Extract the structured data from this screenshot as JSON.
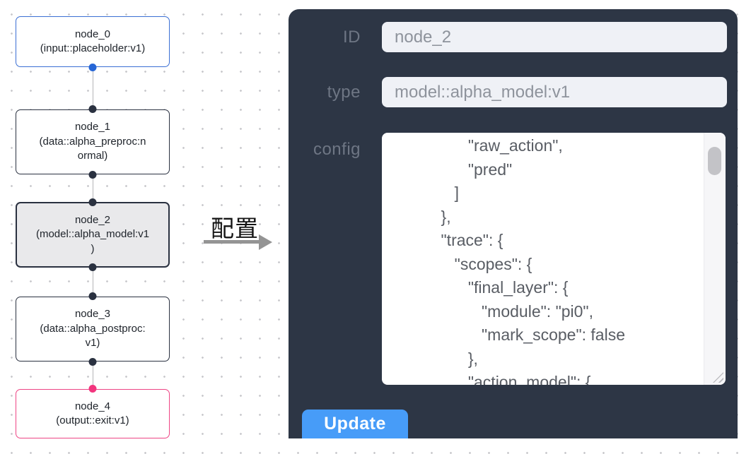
{
  "colors": {
    "panel_bg": "#2d3645",
    "node_border": "#2a3140",
    "node_text": "#20252c",
    "node_selected_bg": "#e9e9eb",
    "accent_blue": "#3b6fd4",
    "handle_blue": "#2666d6",
    "pink": "#ee4585",
    "handle_pink": "#f2357e",
    "button_blue": "#479cf8",
    "edge_gray": "#b5b5b8",
    "arrow_gray": "#949494",
    "input_bg": "#eff1f6",
    "input_text": "#8e939c",
    "label_text": "#6e7684",
    "config_text": "#595d64",
    "dot_grid": "#c9c9cd",
    "scroll_track": "#f6f6f8",
    "scroll_thumb": "#c3c3c7"
  },
  "flow": {
    "nodes": [
      {
        "id": "node_0",
        "type": "input::placeholder:v1",
        "lines": [
          "node_0",
          "(input::placeholder:v1)"
        ],
        "selected": false
      },
      {
        "id": "node_1",
        "type": "data::alpha_preproc:normal",
        "lines": [
          "node_1",
          "(data::alpha_preproc:n",
          "ormal)"
        ],
        "selected": false
      },
      {
        "id": "node_2",
        "type": "model::alpha_model:v1",
        "lines": [
          "node_2",
          "(model::alpha_model:v1",
          ")"
        ],
        "selected": true
      },
      {
        "id": "node_3",
        "type": "data::alpha_postproc:v1",
        "lines": [
          "node_3",
          "(data::alpha_postproc:",
          "v1)"
        ],
        "selected": false
      },
      {
        "id": "node_4",
        "type": "output::exit:v1",
        "lines": [
          "node_4",
          "(output::exit:v1)"
        ],
        "selected": false
      }
    ]
  },
  "annotation": {
    "label": "配置"
  },
  "panel": {
    "fields": [
      {
        "label": "ID",
        "value": "node_2"
      },
      {
        "label": "type",
        "value": "model::alpha_model:v1"
      }
    ],
    "config": {
      "label": "config",
      "lines": [
        "               \"raw_action\",",
        "               \"pred\"",
        "            ]",
        "         },",
        "         \"trace\": {",
        "            \"scopes\": {",
        "               \"final_layer\": {",
        "                  \"module\": \"pi0\",",
        "                  \"mark_scope\": false",
        "               },",
        "               \"action_model\": {"
      ]
    },
    "update_label": "Update"
  }
}
